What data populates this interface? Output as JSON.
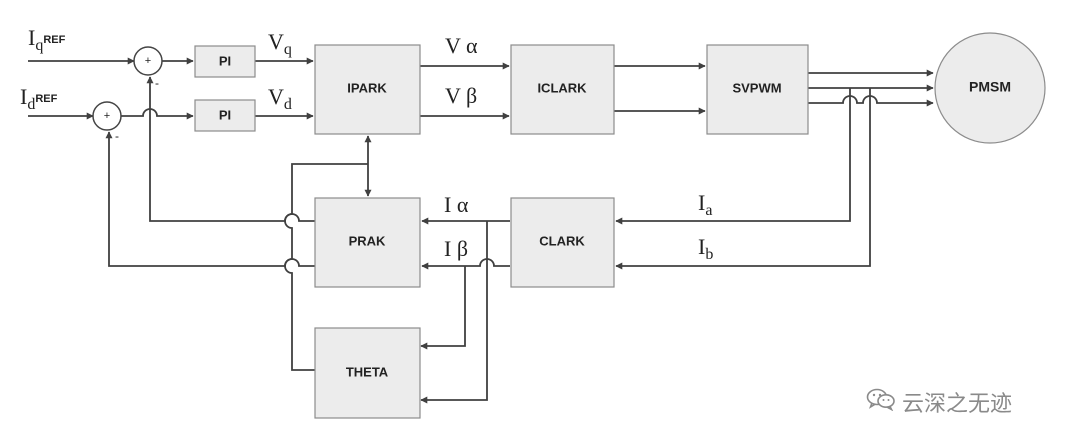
{
  "blocks": {
    "pi_top": "PI",
    "pi_bottom": "PI",
    "ipark": "IPARK",
    "iclark": "ICLARK",
    "svpwm": "SVPWM",
    "motor": "PMSM",
    "park": "PRAK",
    "clark": "CLARK",
    "theta": "THETA"
  },
  "summers": {
    "q_symbol": "+",
    "d_symbol": "+",
    "q_feedback_sign": "-",
    "d_feedback_sign": "-"
  },
  "signals": {
    "iq_ref": {
      "main": "I",
      "sub": "q",
      "sup": "REF"
    },
    "id_ref": {
      "main": "I",
      "sub": "d",
      "sup": "REF"
    },
    "vq": {
      "main": "V",
      "sub": "q"
    },
    "vd": {
      "main": "V",
      "sub": "d"
    },
    "v_alpha": "V α",
    "v_beta": "V β",
    "i_alpha": "I α",
    "i_beta": "I β",
    "ia": {
      "main": "I",
      "sub": "a"
    },
    "ib": {
      "main": "I",
      "sub": "b"
    }
  },
  "watermark": {
    "icon": "wechat-icon",
    "text": "云深之无迹"
  }
}
